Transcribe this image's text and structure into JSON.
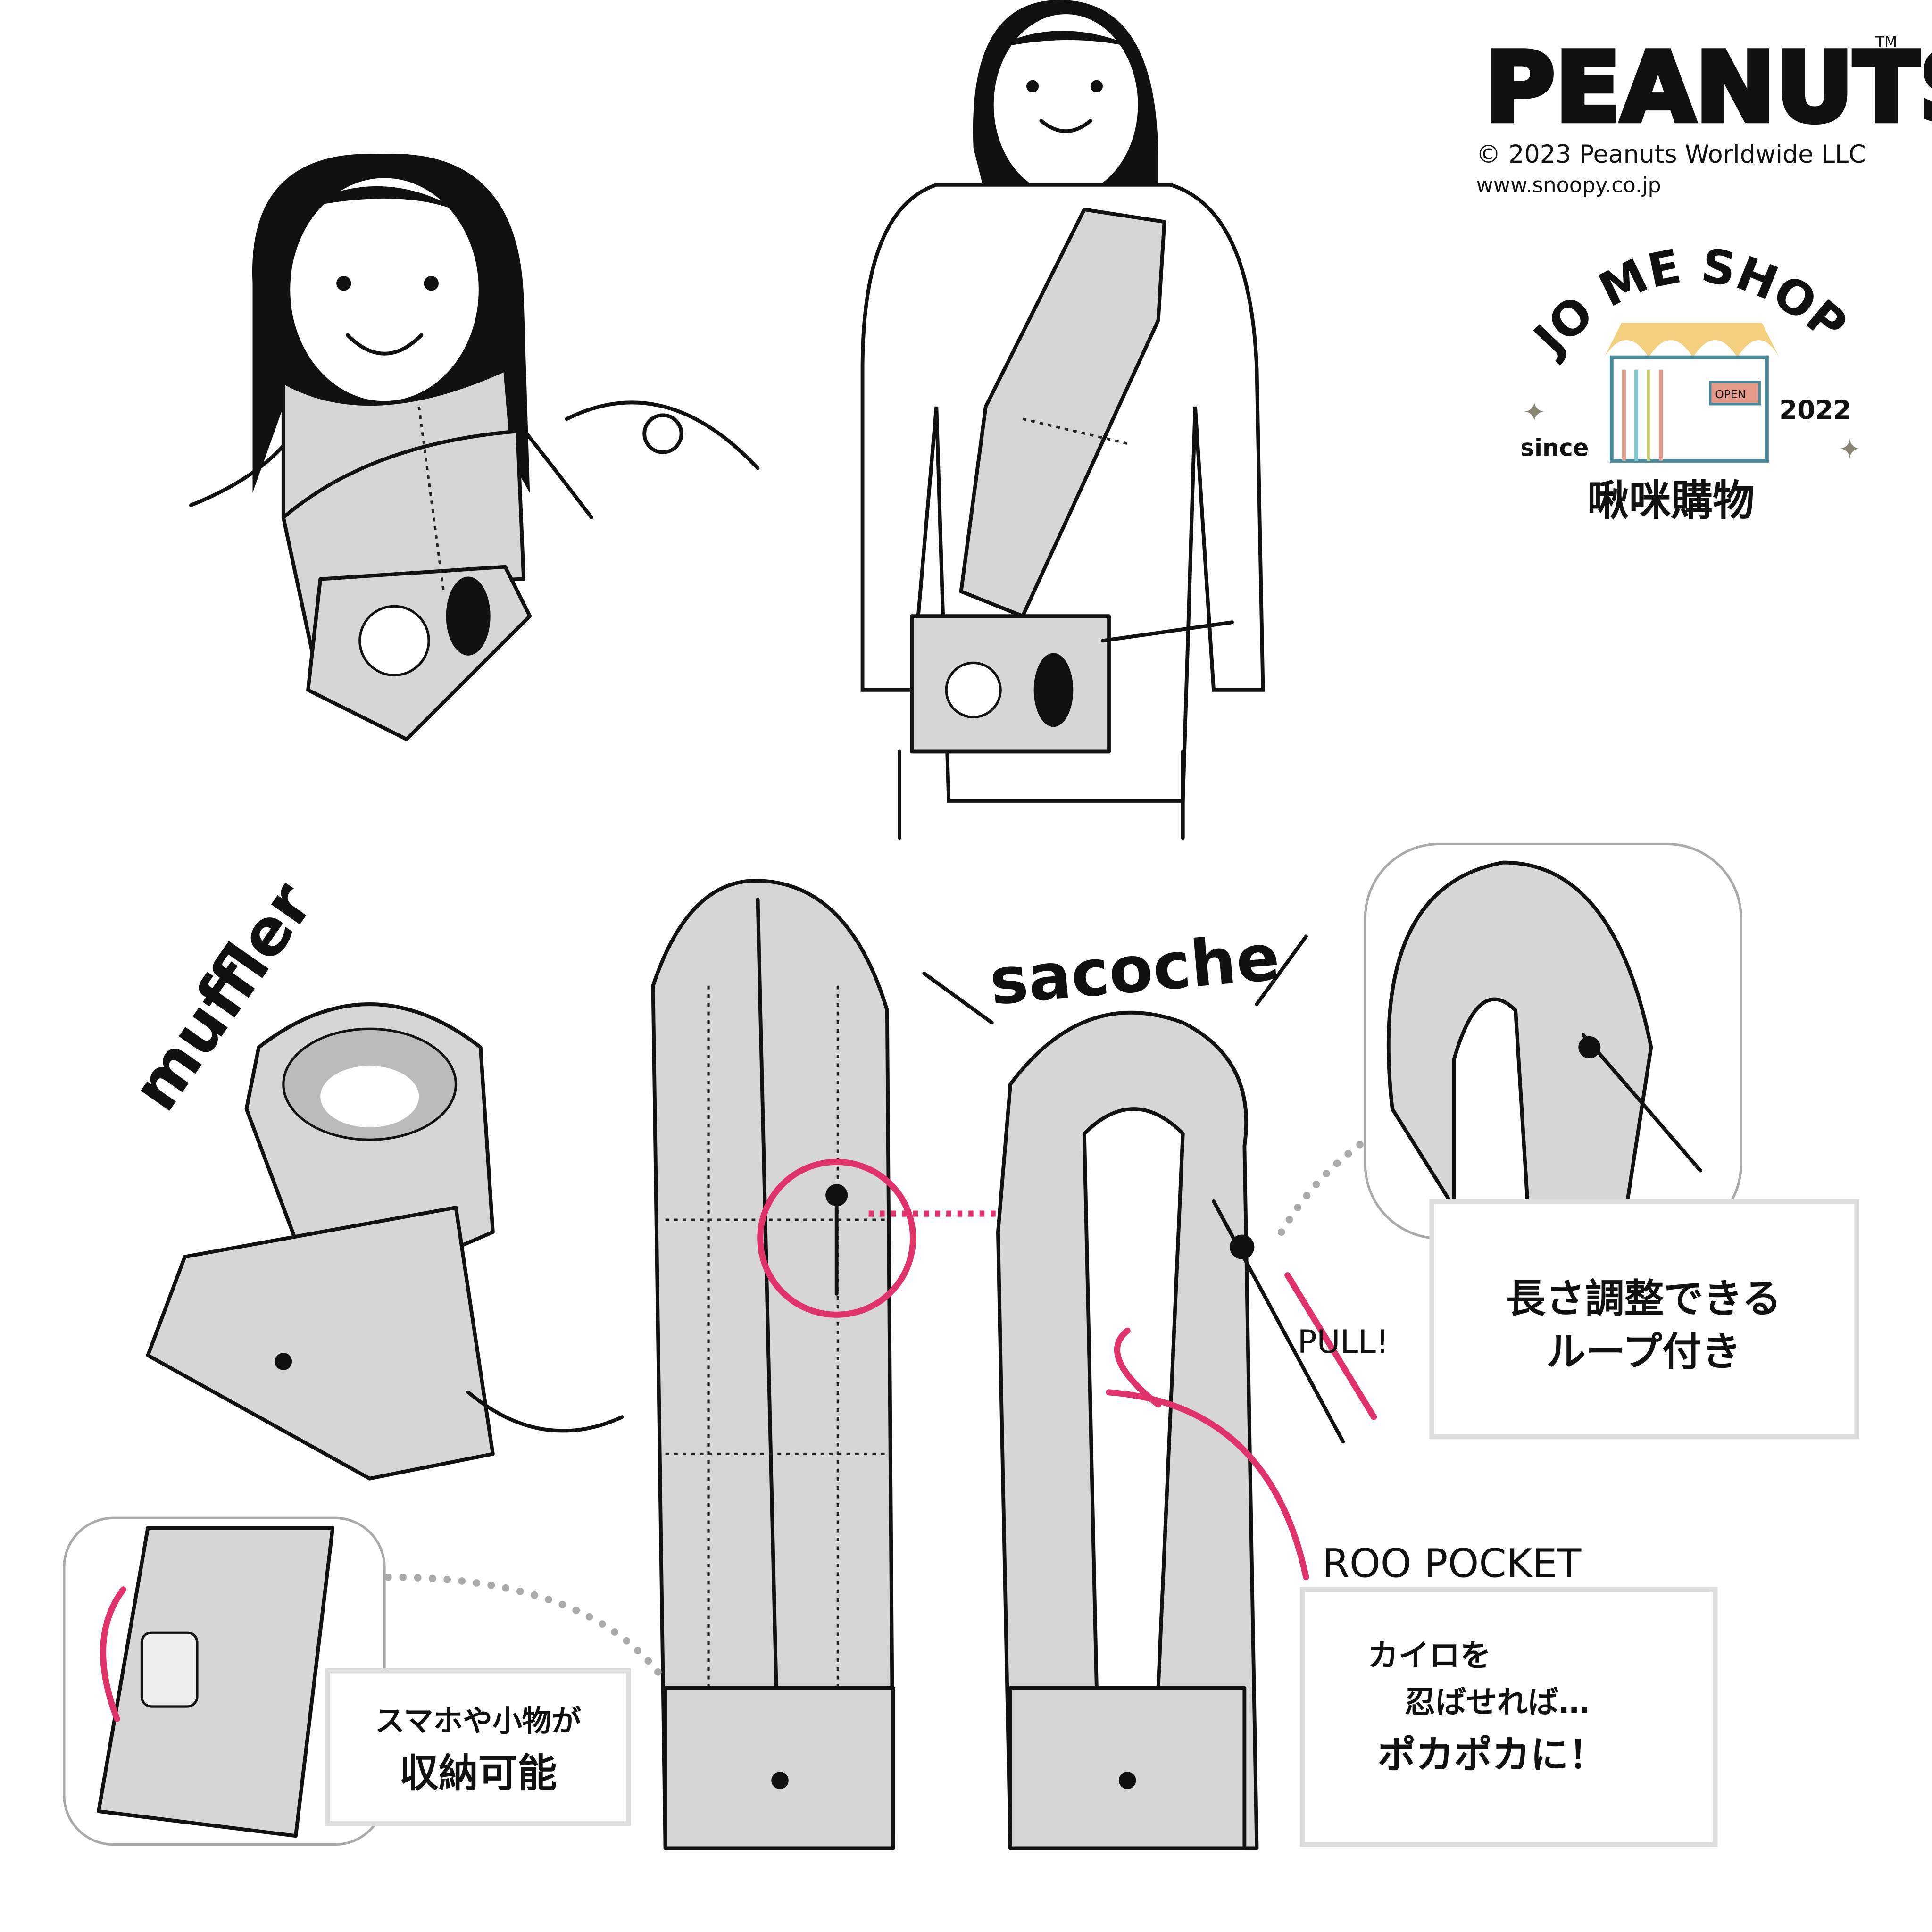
{
  "brand": {
    "logo": "PEANUTS",
    "tm": "TM",
    "copyright": "© 2023 Peanuts Worldwide LLC",
    "url": "www.snoopy.co.jp"
  },
  "shop_logo": {
    "name": "JO ME SHOP",
    "since": "since",
    "year": "2022",
    "chinese_name": "啾咪購物",
    "sign": "OPEN"
  },
  "labels": {
    "muffler": "muffler",
    "sacoche": "sacoche",
    "pull": "PULL!",
    "roo_pocket": "ROO POCKET"
  },
  "callouts": {
    "loop": [
      "長さ調整できる",
      "ループ付き"
    ],
    "pocket": [
      "カイロを",
      "忍ばせれば…",
      "ポカポカに！"
    ],
    "storage": [
      "スマホや小物が",
      "収納可能"
    ]
  },
  "colors": {
    "accent": "#e0336a",
    "fabric": "#d6d6d6",
    "shop_text": "#8a8573"
  }
}
